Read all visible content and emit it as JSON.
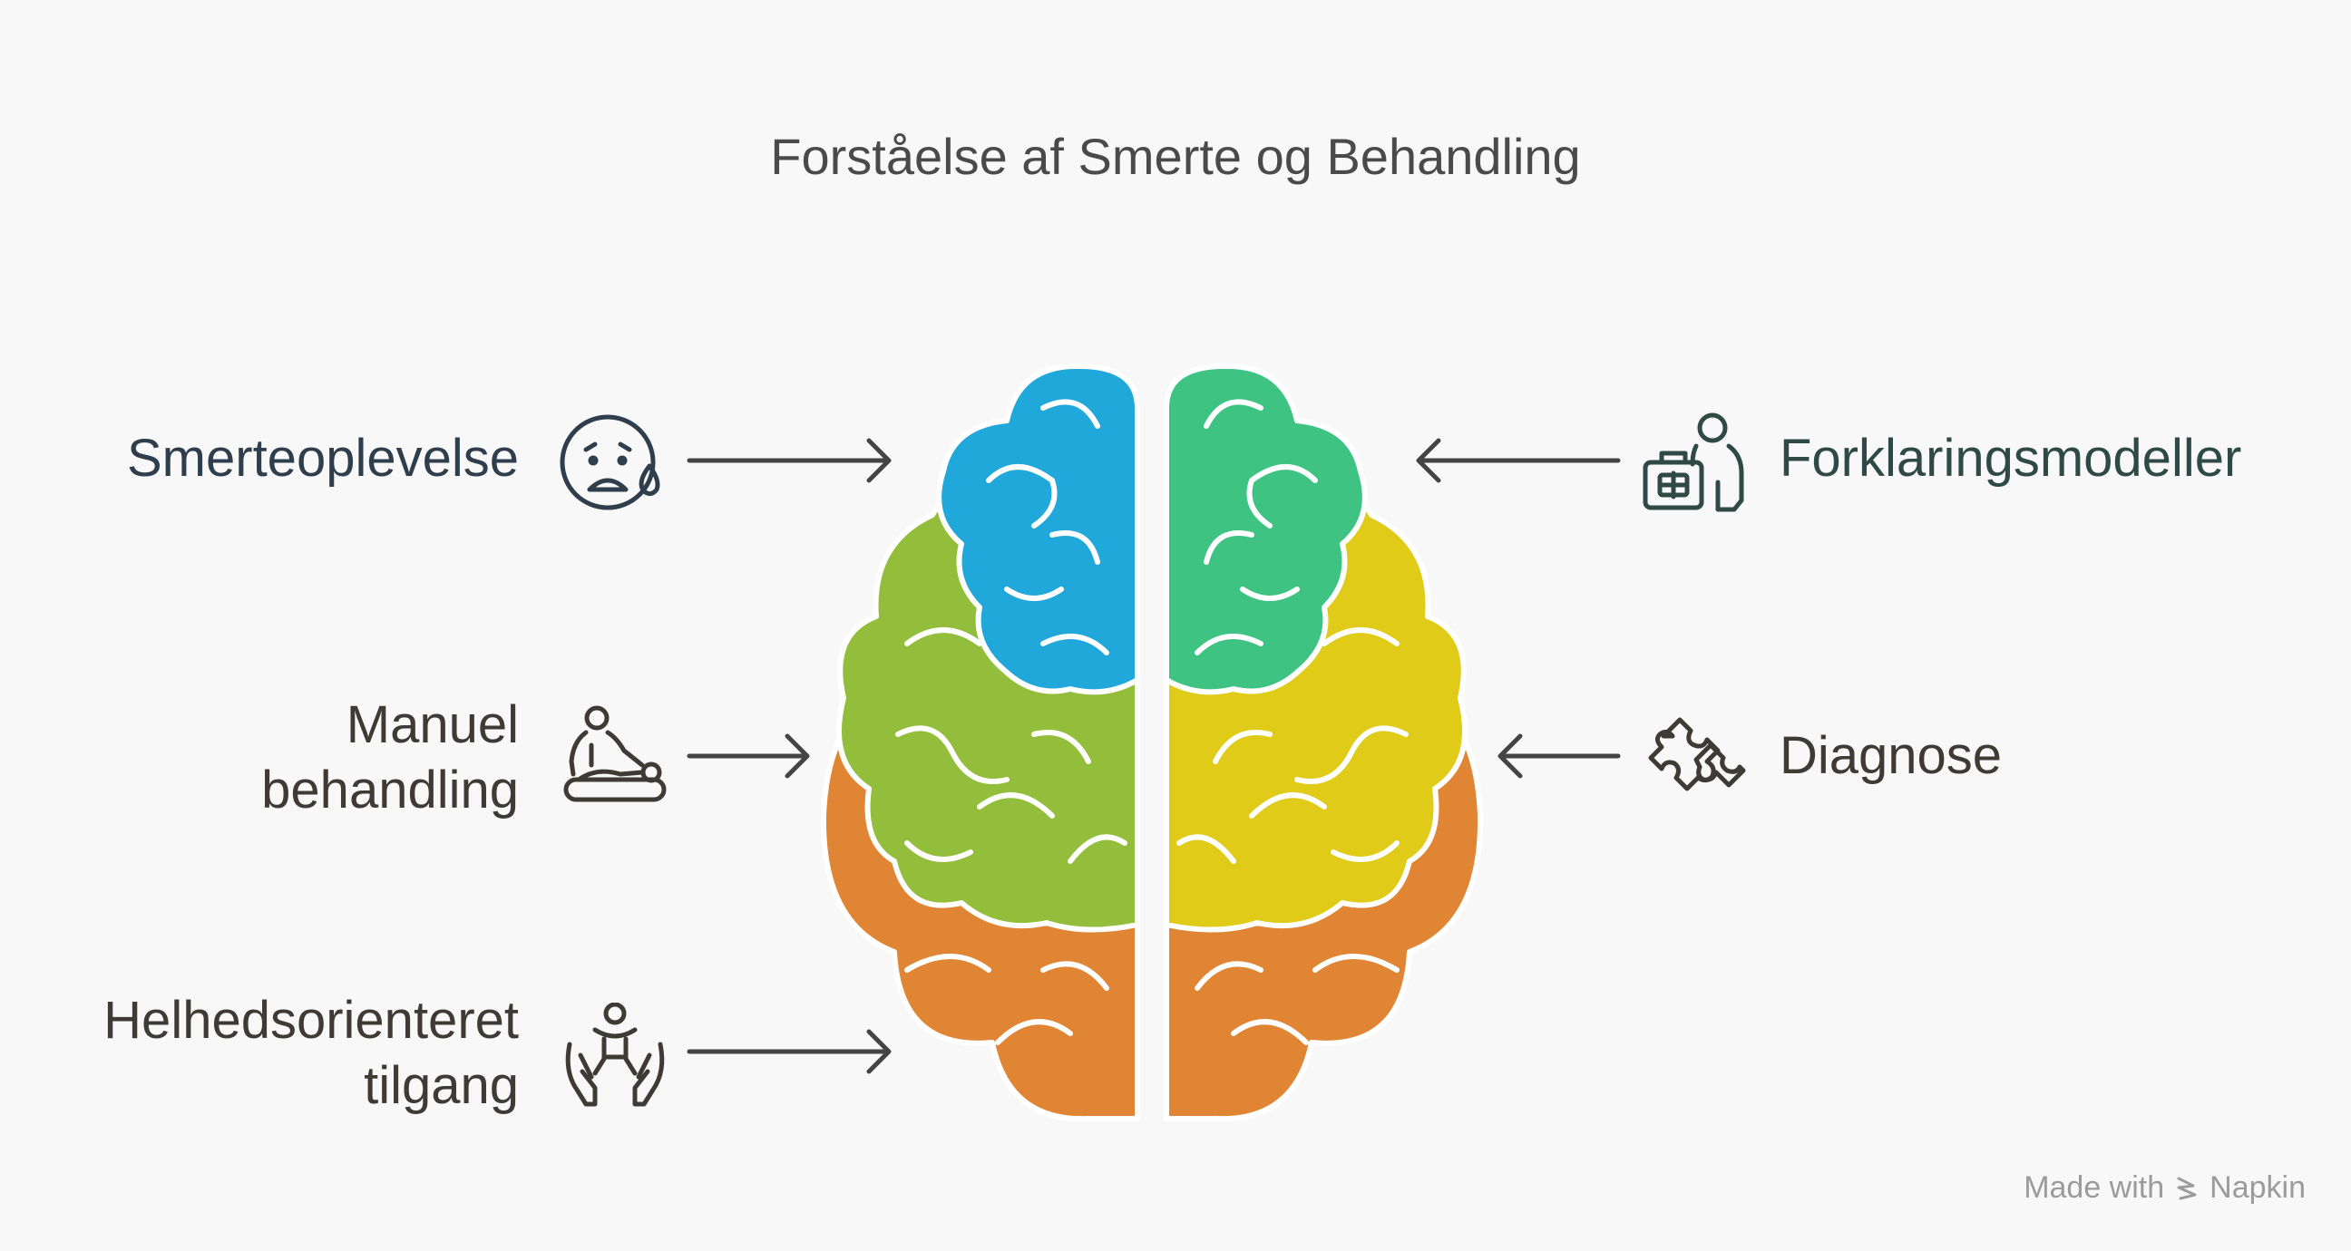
{
  "title": "Forståelse af Smerte og Behandling",
  "left": [
    {
      "lines": [
        "Smerteoplevelse"
      ],
      "icon": "sad-face-tear-icon"
    },
    {
      "lines": [
        "Manuel",
        "behandling"
      ],
      "icon": "massage-therapy-icon"
    },
    {
      "lines": [
        "Helhedsorienteret",
        "tilgang"
      ],
      "icon": "holistic-care-hands-icon"
    }
  ],
  "right": [
    {
      "lines": [
        "Forklaringsmodeller"
      ],
      "icon": "doctor-medical-kit-icon"
    },
    {
      "lines": [
        "Diagnose"
      ],
      "icon": "puzzle-piece-icon"
    }
  ],
  "colors": {
    "blue": "#21a8da",
    "teal": "#3fc383",
    "lime": "#92be3c",
    "yellow": "#dfcb18",
    "orange": "#e08533",
    "stroke": "#ffffff",
    "arrow": "#444444"
  },
  "footer": {
    "made_with": "Made with",
    "brand": "Napkin"
  }
}
